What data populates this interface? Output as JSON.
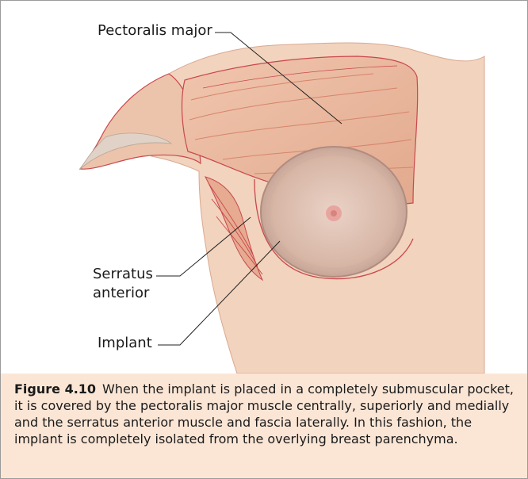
{
  "labels": {
    "pectoralis": "Pectoralis major",
    "serratus_line1": "Serratus",
    "serratus_line2": "anterior",
    "implant": "Implant"
  },
  "caption": {
    "number": "Figure 4.10",
    "text": "When the implant is placed in a completely submuscular pocket, it is covered by the pectoralis major muscle centrally, superiorly and medially and the serratus anterior muscle and fascia laterally. In this fashion, the implant is completely isolated from the overlying breast parenchyma."
  },
  "colors": {
    "skin": "#f2d3bd",
    "muscle": "#e9b59a",
    "muscle_line": "#c9484c",
    "implant": "#d9b8a8",
    "caption_bg": "#fbe6d6",
    "border": "#9a9a9a"
  }
}
